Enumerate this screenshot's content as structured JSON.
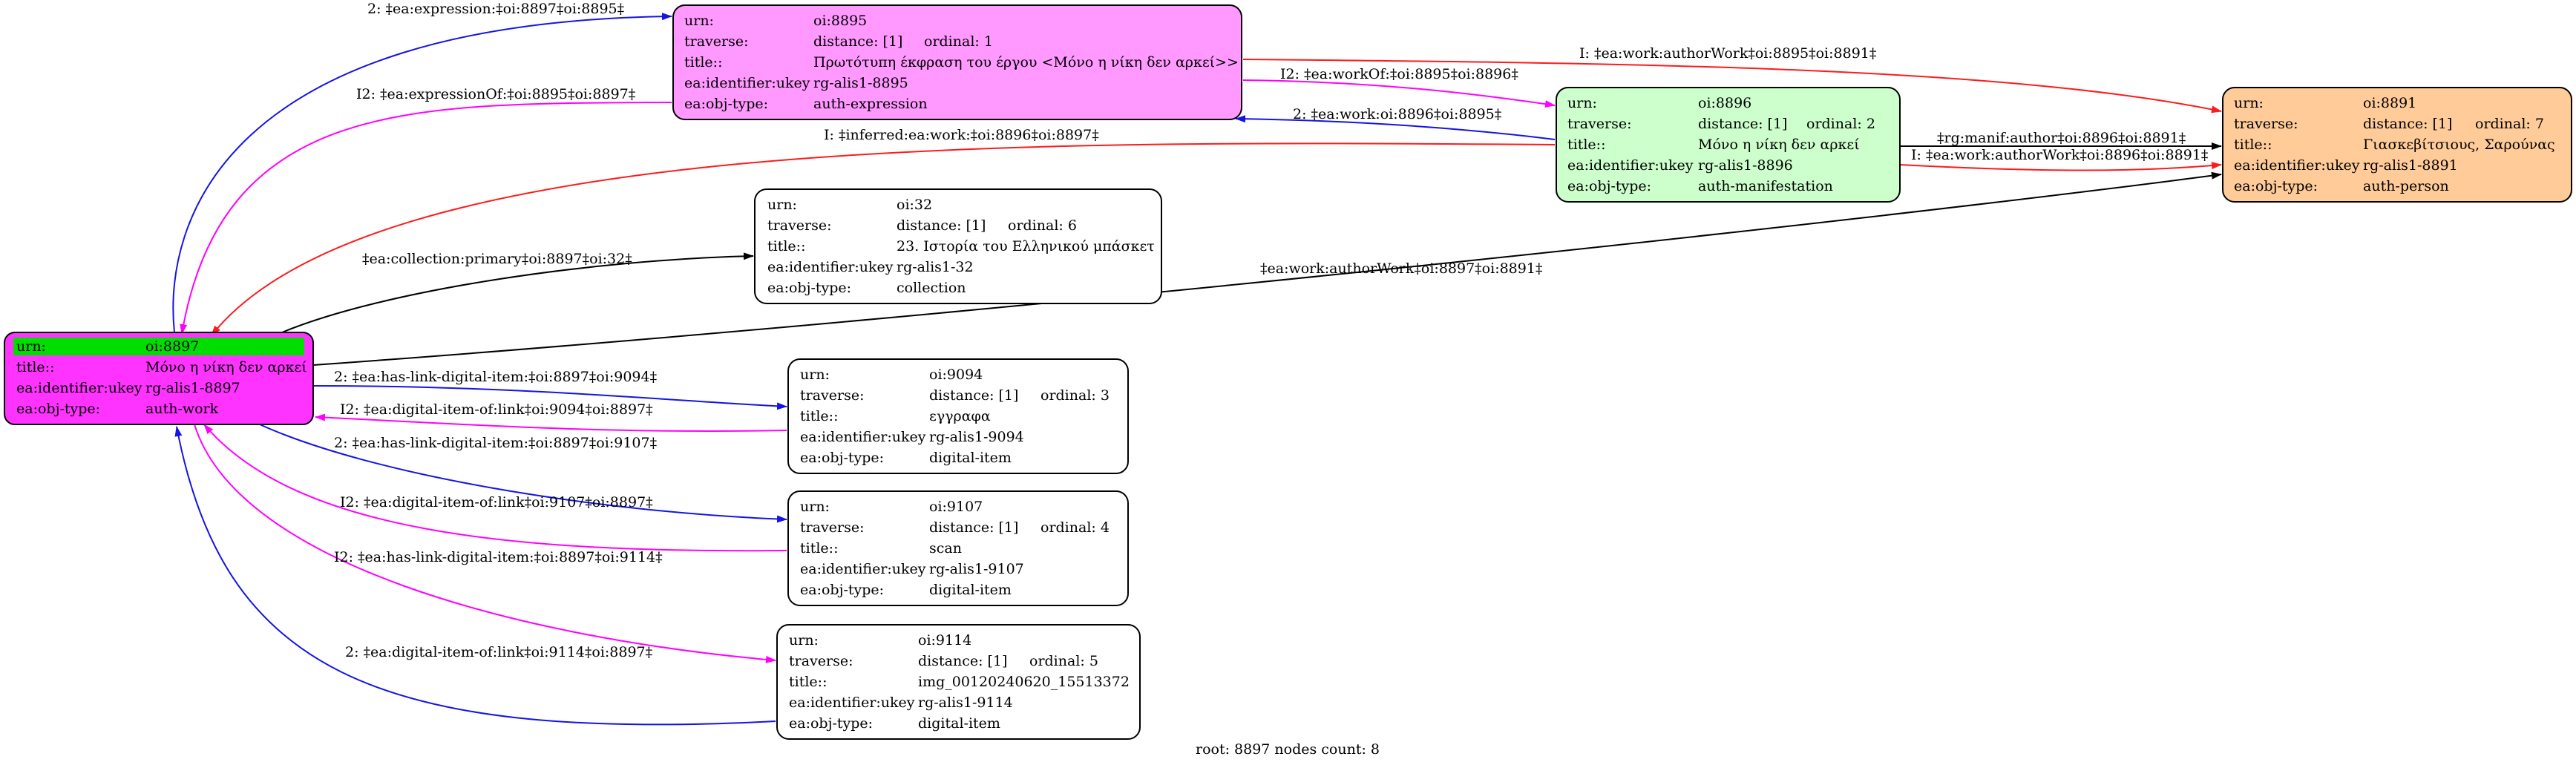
{
  "colors": {
    "blue": "#1414e6",
    "magenta": "#ff00ff",
    "red": "#ff1a1a",
    "black": "#000000",
    "root_fill": "#ff33ff",
    "root_highlight": "#00dd00",
    "expression_fill": "#ff99ff",
    "manifestation_fill": "#ccffcc",
    "person_fill": "#ffcc99",
    "plain_fill": "#ffffff"
  },
  "footer": "root: 8897 nodes count: 8",
  "nodes": [
    {
      "id": "oi8897",
      "fill": "#ff33ff",
      "rows": [
        {
          "key": "urn:",
          "value": "oi:8897",
          "extra": ""
        },
        {
          "key": "title::",
          "value": "Μόνο η νίκη δεν αρκεί",
          "extra": ""
        },
        {
          "key": "ea:identifier:ukey",
          "value": "rg-alis1-8897",
          "extra": ""
        },
        {
          "key": "ea:obj-type:",
          "value": "auth-work",
          "extra": ""
        }
      ]
    },
    {
      "id": "oi8895",
      "fill": "#ff99ff",
      "rows": [
        {
          "key": "urn:",
          "value": "oi:8895",
          "extra": ""
        },
        {
          "key": "traverse:",
          "value": "distance: [1]",
          "extra": "ordinal: 1"
        },
        {
          "key": "title::",
          "value": "Πρωτότυπη έκφραση του έργου <Μόνο η νίκη δεν αρκεί>>",
          "extra": ""
        },
        {
          "key": "ea:identifier:ukey",
          "value": "rg-alis1-8895",
          "extra": ""
        },
        {
          "key": "ea:obj-type:",
          "value": "auth-expression",
          "extra": ""
        }
      ]
    },
    {
      "id": "oi8896",
      "fill": "#ccffcc",
      "rows": [
        {
          "key": "urn:",
          "value": "oi:8896",
          "extra": ""
        },
        {
          "key": "traverse:",
          "value": "distance: [1]",
          "extra": "ordinal: 2"
        },
        {
          "key": "title::",
          "value": "Μόνο η νίκη δεν αρκεί",
          "extra": ""
        },
        {
          "key": "ea:identifier:ukey",
          "value": "rg-alis1-8896",
          "extra": ""
        },
        {
          "key": "ea:obj-type:",
          "value": "auth-manifestation",
          "extra": ""
        }
      ]
    },
    {
      "id": "oi8891",
      "fill": "#ffcc99",
      "rows": [
        {
          "key": "urn:",
          "value": "oi:8891",
          "extra": ""
        },
        {
          "key": "traverse:",
          "value": "distance: [1]",
          "extra": "ordinal: 7"
        },
        {
          "key": "title::",
          "value": "Γιασκεβίτσιους, Σαρούνας",
          "extra": ""
        },
        {
          "key": "ea:identifier:ukey",
          "value": "rg-alis1-8891",
          "extra": ""
        },
        {
          "key": "ea:obj-type:",
          "value": "auth-person",
          "extra": ""
        }
      ]
    },
    {
      "id": "oi32",
      "fill": "#ffffff",
      "rows": [
        {
          "key": "urn:",
          "value": "oi:32",
          "extra": ""
        },
        {
          "key": "traverse:",
          "value": "distance: [1]",
          "extra": "ordinal: 6"
        },
        {
          "key": "title::",
          "value": "23. Ιστορία του Ελληνικού μπάσκετ",
          "extra": ""
        },
        {
          "key": "ea:identifier:ukey",
          "value": "rg-alis1-32",
          "extra": ""
        },
        {
          "key": "ea:obj-type:",
          "value": "collection",
          "extra": ""
        }
      ]
    },
    {
      "id": "oi9094",
      "fill": "#ffffff",
      "rows": [
        {
          "key": "urn:",
          "value": "oi:9094",
          "extra": ""
        },
        {
          "key": "traverse:",
          "value": "distance: [1]",
          "extra": "ordinal: 3"
        },
        {
          "key": "title::",
          "value": "εγγραφα",
          "extra": ""
        },
        {
          "key": "ea:identifier:ukey",
          "value": "rg-alis1-9094",
          "extra": ""
        },
        {
          "key": "ea:obj-type:",
          "value": "digital-item",
          "extra": ""
        }
      ]
    },
    {
      "id": "oi9107",
      "fill": "#ffffff",
      "rows": [
        {
          "key": "urn:",
          "value": "oi:9107",
          "extra": ""
        },
        {
          "key": "traverse:",
          "value": "distance: [1]",
          "extra": "ordinal: 4"
        },
        {
          "key": "title::",
          "value": "scan",
          "extra": ""
        },
        {
          "key": "ea:identifier:ukey",
          "value": "rg-alis1-9107",
          "extra": ""
        },
        {
          "key": "ea:obj-type:",
          "value": "digital-item",
          "extra": ""
        }
      ]
    },
    {
      "id": "oi9114",
      "fill": "#ffffff",
      "rows": [
        {
          "key": "urn:",
          "value": "oi:9114",
          "extra": ""
        },
        {
          "key": "traverse:",
          "value": "distance: [1]",
          "extra": "ordinal: 5"
        },
        {
          "key": "title::",
          "value": "img_00120240620_15513372",
          "extra": ""
        },
        {
          "key": "ea:identifier:ukey",
          "value": "rg-alis1-9114",
          "extra": ""
        },
        {
          "key": "ea:obj-type:",
          "value": "digital-item",
          "extra": ""
        }
      ]
    }
  ],
  "edges": [
    {
      "id": "e-expression",
      "color": "#1414e6",
      "label": "2: ‡ea:expression:‡oi:8897‡oi:8895‡"
    },
    {
      "id": "e-expressionof",
      "color": "#ff00ff",
      "label": "I2: ‡ea:expressionOf:‡oi:8895‡oi:8897‡"
    },
    {
      "id": "e-authorwork-8895",
      "color": "#ff1a1a",
      "label": "I: ‡ea:work:authorWork‡oi:8895‡oi:8891‡"
    },
    {
      "id": "e-workof",
      "color": "#ff00ff",
      "label": "I2: ‡ea:workOf:‡oi:8895‡oi:8896‡"
    },
    {
      "id": "e-work",
      "color": "#1414e6",
      "label": "2: ‡ea:work:oi:8896‡oi:8895‡"
    },
    {
      "id": "e-inferred",
      "color": "#ff1a1a",
      "label": "I: ‡inferred:ea:work:‡oi:8896‡oi:8897‡"
    },
    {
      "id": "e-manif-author",
      "color": "#000000",
      "label": "‡rg:manif:author‡oi:8896‡oi:8891‡"
    },
    {
      "id": "e-authorwork-8896",
      "color": "#ff1a1a",
      "label": "I: ‡ea:work:authorWork‡oi:8896‡oi:8891‡"
    },
    {
      "id": "e-collection",
      "color": "#000000",
      "label": "‡ea:collection:primary‡oi:8897‡oi:32‡"
    },
    {
      "id": "e-authorwork-8897",
      "color": "#000000",
      "label": "‡ea:work:authorWork‡oi:8897‡oi:8891‡"
    },
    {
      "id": "e-link-9094",
      "color": "#1414e6",
      "label": "2: ‡ea:has-link-digital-item:‡oi:8897‡oi:9094‡"
    },
    {
      "id": "e-itemof-9094",
      "color": "#ff00ff",
      "label": "I2: ‡ea:digital-item-of:link‡oi:9094‡oi:8897‡"
    },
    {
      "id": "e-link-9107",
      "color": "#1414e6",
      "label": "2: ‡ea:has-link-digital-item:‡oi:8897‡oi:9107‡"
    },
    {
      "id": "e-itemof-9107",
      "color": "#ff00ff",
      "label": "I2: ‡ea:digital-item-of:link‡oi:9107‡oi:8897‡"
    },
    {
      "id": "e-link-9114",
      "color": "#ff00ff",
      "label": "I2: ‡ea:has-link-digital-item:‡oi:8897‡oi:9114‡"
    },
    {
      "id": "e-itemof-9114",
      "color": "#1414e6",
      "label": "2: ‡ea:digital-item-of:link‡oi:9114‡oi:8897‡"
    }
  ]
}
